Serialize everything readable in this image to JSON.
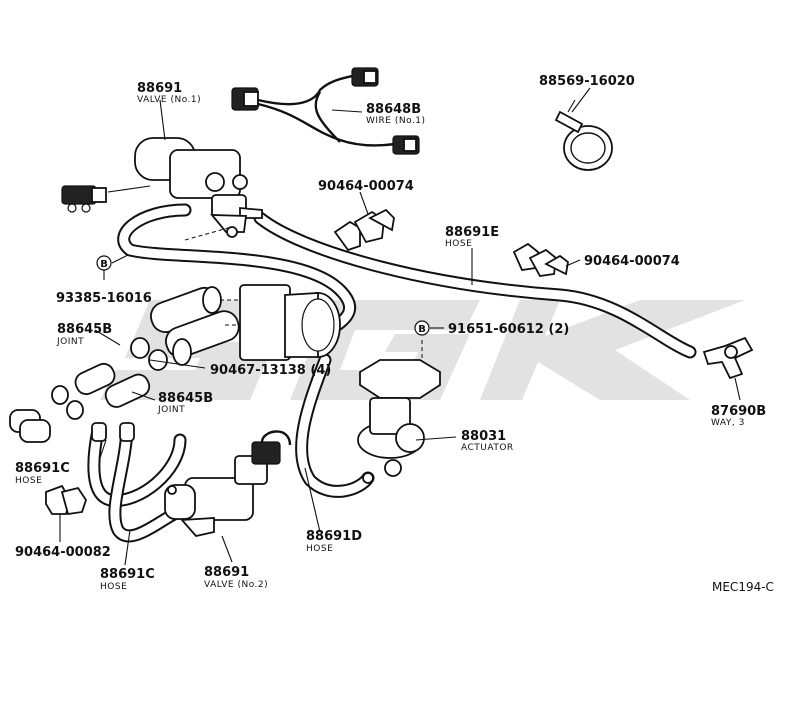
{
  "diagram_code": "MEC194-C",
  "watermark_glyph": "sgk-watermark",
  "parts": {
    "valve1": {
      "number": "88691",
      "name": "VALVE (No.1)"
    },
    "wire1": {
      "number": "88648B",
      "name": "WIRE (No.1)"
    },
    "clamp_88569": {
      "number": "88569-16020"
    },
    "clip_upper": {
      "number": "90464-00074"
    },
    "hose_e": {
      "number": "88691E",
      "name": "HOSE"
    },
    "clip_right": {
      "number": "90464-00074"
    },
    "bolt_93385": {
      "symbol": "B",
      "number": "93385-16016"
    },
    "bolt_91651": {
      "symbol": "B",
      "number": "91651-60612 (2)"
    },
    "joint_upper": {
      "number": "88645B",
      "name": "JOINT"
    },
    "clamp_90467": {
      "number": "90467-13138 (4)"
    },
    "joint_lower": {
      "number": "88645B",
      "name": "JOINT"
    },
    "way3": {
      "number": "87690B",
      "name": "WAY, 3"
    },
    "actuator": {
      "number": "88031",
      "name": "ACTUATOR"
    },
    "hose_c_left": {
      "number": "88691C",
      "name": "HOSE"
    },
    "clip_90464_00082": {
      "number": "90464-00082"
    },
    "hose_d": {
      "number": "88691D",
      "name": "HOSE"
    },
    "hose_c_bottom": {
      "number": "88691C",
      "name": "HOSE"
    },
    "valve2": {
      "number": "88691",
      "name": "VALVE (No.2)"
    }
  }
}
